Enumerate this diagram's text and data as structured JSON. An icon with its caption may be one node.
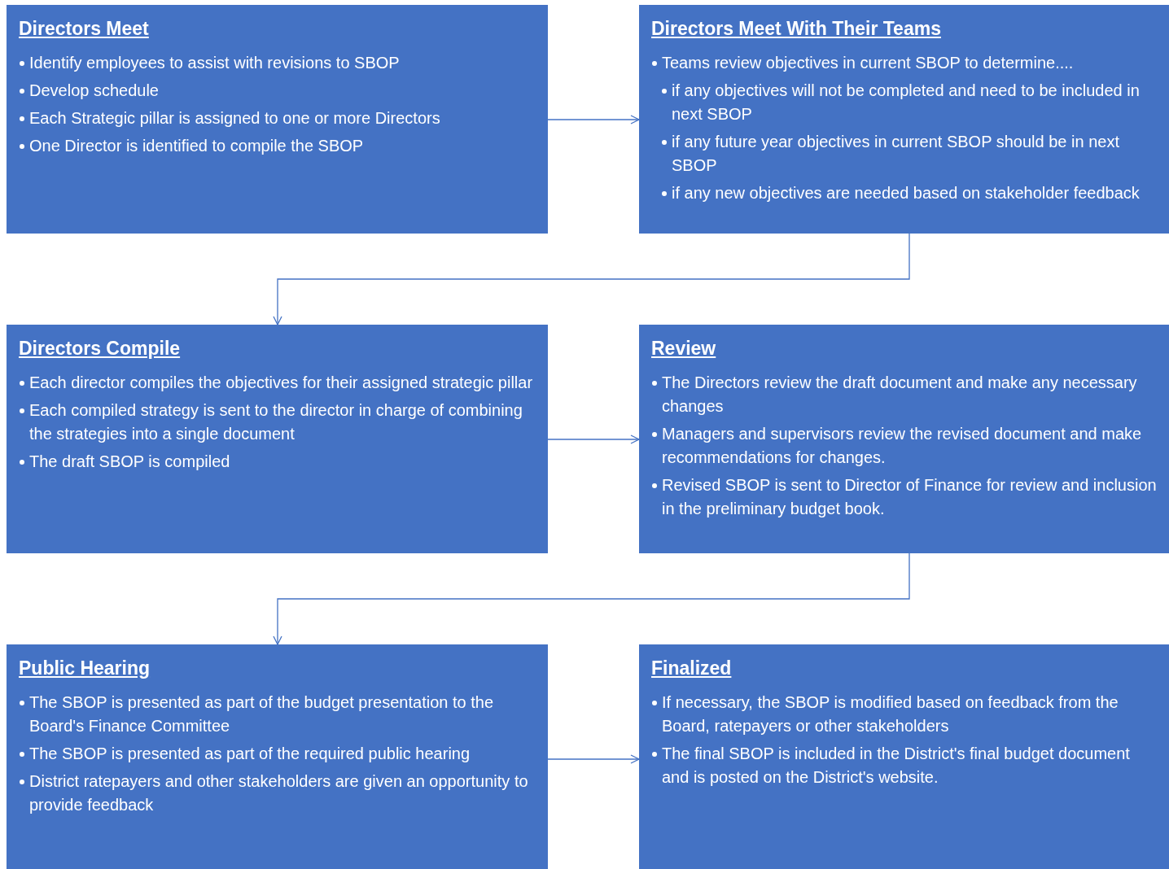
{
  "diagram": {
    "nodes": [
      {
        "text": [
          "Directors Meet",
          "Identify employees to assist with revisions to SBOP",
          "Develop schedule",
          "Each Strategic pillar is assigned to one or more Directors",
          "One Director is identified to compile the SBOP"
        ]
      },
      {
        "text": [
          "Directors Meet With Their Teams",
          "Teams review objectives in current SBOP to determine....",
          "if any objectives will not be completed and need to be included in next SBOP",
          "if any future year objectives in current SBOP should be in next SBOP",
          "if any new objectives are needed based on stakeholder feedback"
        ]
      },
      {
        "text": [
          "Directors Compile",
          "Each director compiles the objectives for their assigned strategic pillar",
          "Each compiled strategy is sent to the director in charge of combining the strategies into a single document",
          "The draft SBOP is compiled"
        ]
      },
      {
        "text": [
          "Review",
          "The Directors review the draft document and make any necessary changes",
          "Managers and supervisors review the revised document and make recommendations for changes.",
          "Revised SBOP is sent to Director of Finance for review and inclusion in the preliminary budget book."
        ]
      },
      {
        "text": [
          "Public Hearing",
          "The SBOP is presented as part of the budget presentation to the Board's Finance Committee",
          "The SBOP is presented as part of the required public hearing",
          "District ratepayers and other stakeholders are given an opportunity to provide feedback"
        ]
      },
      {
        "text": [
          "Finalized",
          "If necessary, the SBOP is modified based on feedback from the Board, ratepayers or other stakeholders",
          "The final SBOP is included in the District's final budget document and is posted on the District's website."
        ]
      }
    ],
    "edges": [
      {
        "from": 0,
        "to": 1,
        "arrow": "to"
      },
      {
        "from": 1,
        "to": 2,
        "arrow": "to"
      },
      {
        "from": 2,
        "to": 3,
        "arrow": "to"
      },
      {
        "from": 3,
        "to": 4,
        "arrow": "to"
      },
      {
        "from": 4,
        "to": 5,
        "arrow": "to"
      }
    ]
  }
}
